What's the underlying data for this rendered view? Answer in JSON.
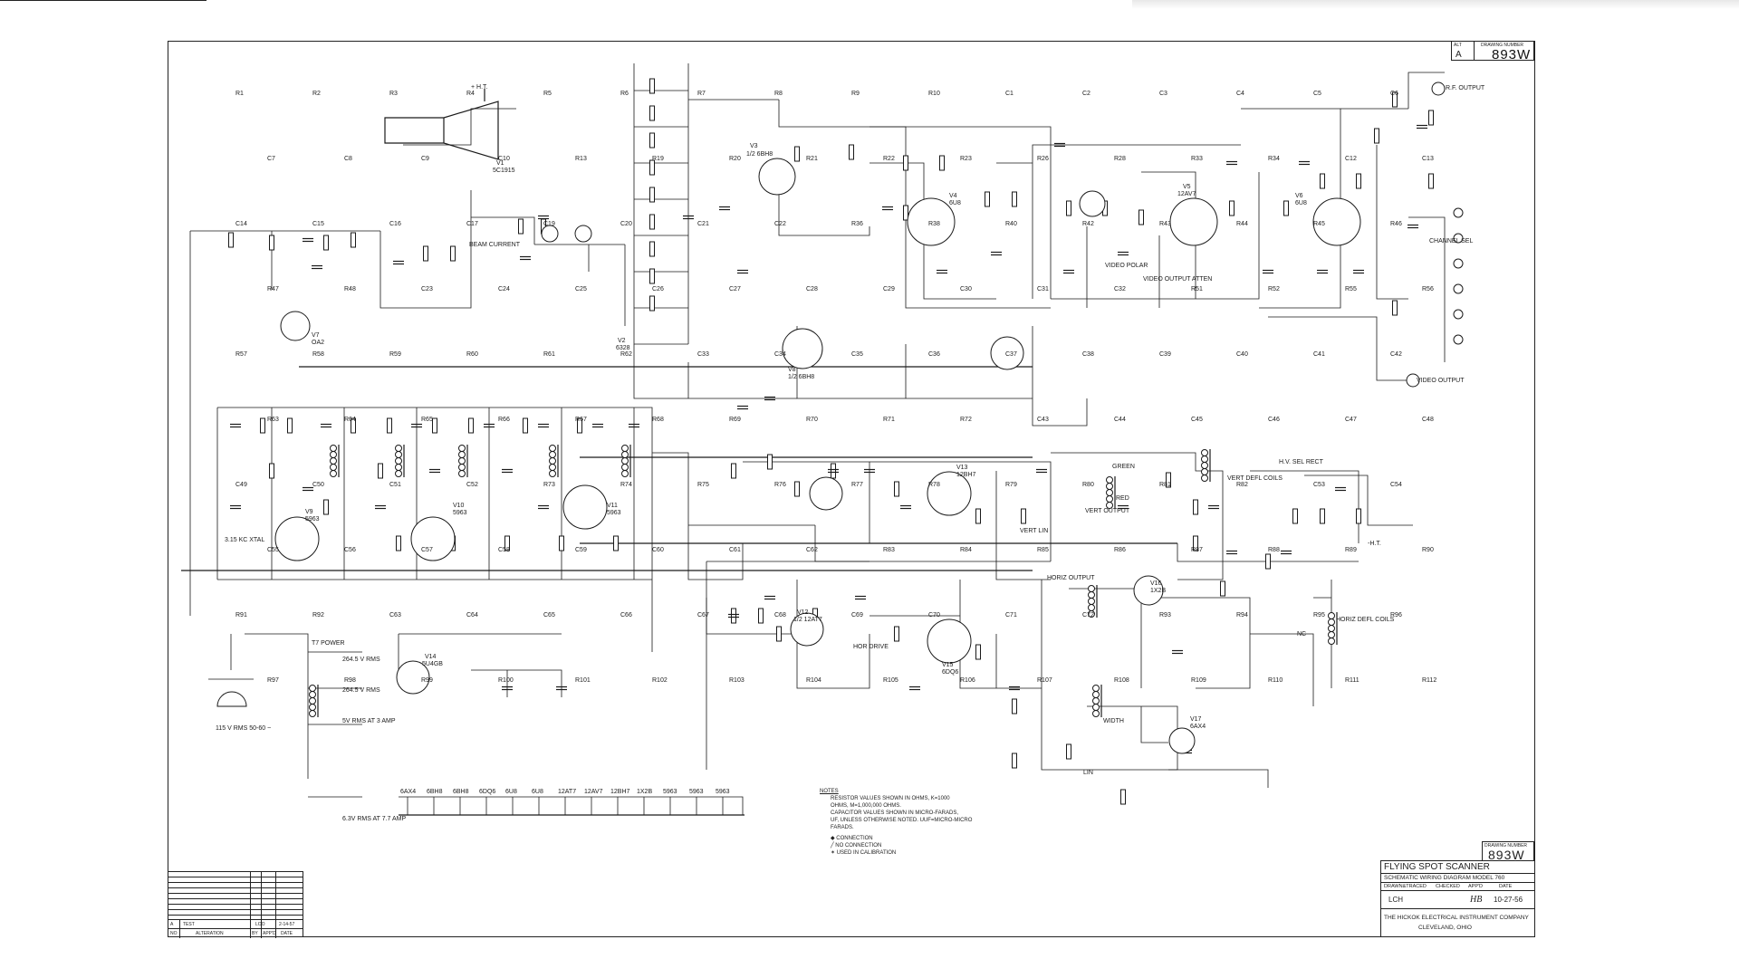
{
  "drawing": {
    "alt_label": "ALT",
    "alt_value": "A",
    "drawing_number_label": "DRAWING NUMBER",
    "drawing_number": "893W"
  },
  "title_block": {
    "title": "FLYING SPOT SCANNER",
    "subtitle": "SCHEMATIC WIRING DIAGRAM MODEL 760",
    "head_drawn": "DRAWN&TRACED",
    "head_checked": "CHECKED",
    "head_appd": "APP'D",
    "head_date": "DATE",
    "drawn_by": "LCH",
    "approved_by": "HB",
    "date": "10-27-56",
    "company": "THE HICKOK ELECTRICAL INSTRUMENT COMPANY",
    "city": "CLEVELAND, OHIO"
  },
  "revision_block": {
    "row_letter": "A",
    "row_text": "TEST",
    "row_by": "LOO",
    "row_date": "2-14-57",
    "head_no": "NO",
    "head_alteration": "ALTERATION",
    "head_by": "BY",
    "head_appd": "APP'D",
    "head_date": "DATE"
  },
  "notes": {
    "heading": "NOTES",
    "line1": "RESISTOR VALUES SHOWN IN OHMS, K=1000",
    "line2": "OHMS, M=1,000,000 OHMS.",
    "line3": "CAPACITOR VALUES SHOWN IN MICRO-FARADS,",
    "line4": "UF, UNLESS OTHERWISE NOTED. UUF=MICRO-MICRO",
    "line5": "FARADS.",
    "legend1": "CONNECTION",
    "legend2": "NO CONNECTION",
    "legend3": "USED IN CALIBRATION"
  },
  "labels": {
    "hv": "+ H.T.",
    "v1": "V1",
    "v1_type": "5C1915",
    "v2": "V2",
    "v2_type": "6328",
    "v3": "V3",
    "v3_type": "1/2 6BH8",
    "v4": "V4",
    "v4_type": "6U8",
    "v5": "V5",
    "v5_type": "12AV7",
    "v6": "V6",
    "v6_type": "6U8",
    "v7": "V7",
    "v7_type": "OA2",
    "v8": "V8",
    "v8_type": "1/2 6BH8",
    "v9": "V9",
    "v9_type": "5963",
    "v10": "V10",
    "v10_type": "5963",
    "v11": "V11",
    "v11_type": "5963",
    "v12": "V12",
    "v12_type": "1/2 12AT7",
    "v13": "V13",
    "v13_type": "12BH7",
    "v14": "V14",
    "v14_type": "5U4GB",
    "v15": "V15",
    "v15_type": "6DQ6",
    "v16": "V16",
    "v16_type": "1X2B",
    "v17": "V17",
    "v17_type": "6AX4",
    "rf_output": "R.F. OUTPUT",
    "video_output": "VIDEO OUTPUT",
    "vert_defl": "VERT DEFL COILS",
    "horiz_defl": "HORIZ DEFL COILS",
    "hv_sel_rect": "H.V. SEL RECT",
    "power": "T7 POWER",
    "line_in": "115 V RMS 50-60 ~",
    "sec1": "264.5 V RMS",
    "sec2": "264.5 V RMS",
    "sec3": "5V RMS AT 3 AMP",
    "sec4": "6.3V RMS AT 7.7 AMP",
    "beam_current": "BEAM CURRENT",
    "video_polar": "VIDEO POLAR",
    "video_output_atten": "VIDEO OUTPUT ATTEN",
    "channel_sel": "CHANNEL SEL",
    "vert_lin": "VERT LIN",
    "vert_output": "VERT OUTPUT",
    "horiz_output": "HORIZ OUTPUT",
    "horiz_drive": "HOR DRIVE",
    "width": "WIDTH",
    "lin": "LIN",
    "crystal": "3.15 KC XTAL",
    "nc": "NC",
    "green": "GREEN",
    "red": "RED",
    "minus_ht": "-H.T."
  },
  "component_labels": [
    "R1",
    "R2",
    "R3",
    "R4",
    "R5",
    "R6",
    "R7",
    "R8",
    "R9",
    "R10",
    "C1",
    "C2",
    "C3",
    "C4",
    "C5",
    "C6",
    "C7",
    "C8",
    "C9",
    "C10",
    "R13",
    "R19",
    "R20",
    "R21",
    "R22",
    "R23",
    "R26",
    "R28",
    "R33",
    "R34",
    "C12",
    "C13",
    "C14",
    "C15",
    "C16",
    "C17",
    "C19",
    "C20",
    "C21",
    "C22",
    "R36",
    "R38",
    "R40",
    "R42",
    "R43",
    "R44",
    "R45",
    "R46",
    "R47",
    "R48",
    "C23",
    "C24",
    "C25",
    "C26",
    "C27",
    "C28",
    "C29",
    "C30",
    "C31",
    "C32",
    "R51",
    "R52",
    "R55",
    "R56",
    "R57",
    "R58",
    "R59",
    "R60",
    "R61",
    "R62",
    "C33",
    "C34",
    "C35",
    "C36",
    "C37",
    "C38",
    "C39",
    "C40",
    "C41",
    "C42",
    "R63",
    "R64",
    "R65",
    "R66",
    "R67",
    "R68",
    "R69",
    "R70",
    "R71",
    "R72",
    "C43",
    "C44",
    "C45",
    "C46",
    "C47",
    "C48",
    "C49",
    "C50",
    "C51",
    "C52",
    "R73",
    "R74",
    "R75",
    "R76",
    "R77",
    "R78",
    "R79",
    "R80",
    "R81",
    "R82",
    "C53",
    "C54",
    "C55",
    "C56",
    "C57",
    "C58",
    "C59",
    "C60",
    "C61",
    "C62",
    "R83",
    "R84",
    "R85",
    "R86",
    "R87",
    "R88",
    "R89",
    "R90",
    "R91",
    "R92",
    "C63",
    "C64",
    "C65",
    "C66",
    "C67",
    "C68",
    "C69",
    "C70",
    "C71",
    "C72",
    "R93",
    "R94",
    "R95",
    "R96",
    "R97",
    "R98",
    "R99",
    "R100",
    "R101",
    "R102",
    "R103",
    "R104",
    "R105",
    "R106",
    "R107",
    "R108",
    "R109",
    "R110",
    "R111",
    "R112"
  ],
  "tube_string": [
    "6AX4",
    "6BH8",
    "6BH8",
    "6DQ6",
    "6U8",
    "6U8",
    "12AT7",
    "12AV7",
    "12BH7",
    "1X2B",
    "5963",
    "5963",
    "5963"
  ]
}
